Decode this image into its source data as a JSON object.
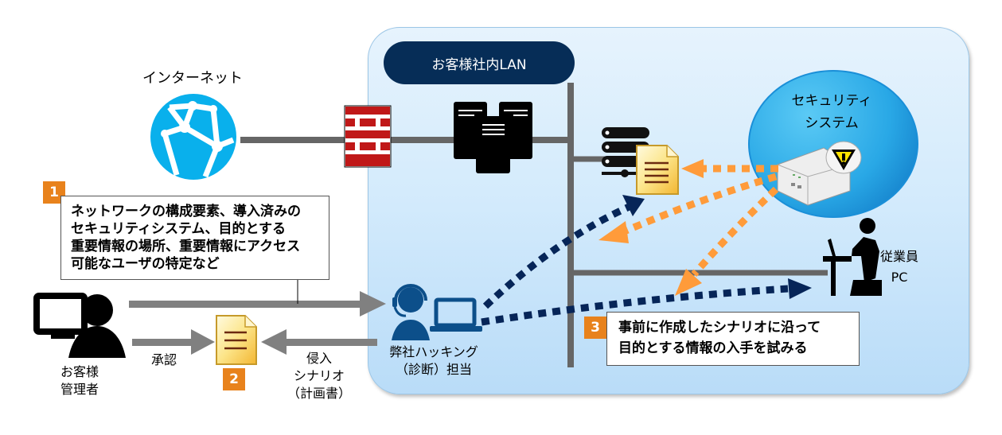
{
  "internet": {
    "label": "インターネット",
    "icon": "globe-network-icon"
  },
  "lan": {
    "label": "お客様社内LAN"
  },
  "security_system": {
    "line1": "セキュリティ",
    "line2": "システム",
    "icon": "alert-appliance-icon"
  },
  "employee_pc": {
    "line1": "従業員",
    "line2": "PC",
    "icon": "person-at-desk-icon"
  },
  "client_admin": {
    "line1": "お客様",
    "line2": "管理者",
    "icon": "admin-computer-icon"
  },
  "hacker": {
    "line1": "弊社ハッキング",
    "line2": "（診断）担当",
    "icon": "operator-laptop-icon"
  },
  "approval_label": "承認",
  "scenario_label": {
    "line1": "侵入",
    "line2": "シナリオ",
    "line3": "（計画書）"
  },
  "steps": [
    {
      "number": "1",
      "lines": [
        "ネットワークの構成要素、導入済みの",
        "セキュリティシステム、目的とする",
        "重要情報の場所、重要情報にアクセス",
        "可能なユーザの特定など"
      ]
    },
    {
      "number": "2"
    },
    {
      "number": "3",
      "lines": [
        "事前に作成したシナリオに沿って",
        "目的とする情報の入手を試みる"
      ]
    }
  ],
  "colors": {
    "accent_orange": "#e8821c",
    "lan_pill": "#062d57",
    "attack_arrow": "#062558",
    "alert_arrow": "#ff9b3a",
    "globe": "#09b0ec",
    "firewall": "#c01818"
  }
}
